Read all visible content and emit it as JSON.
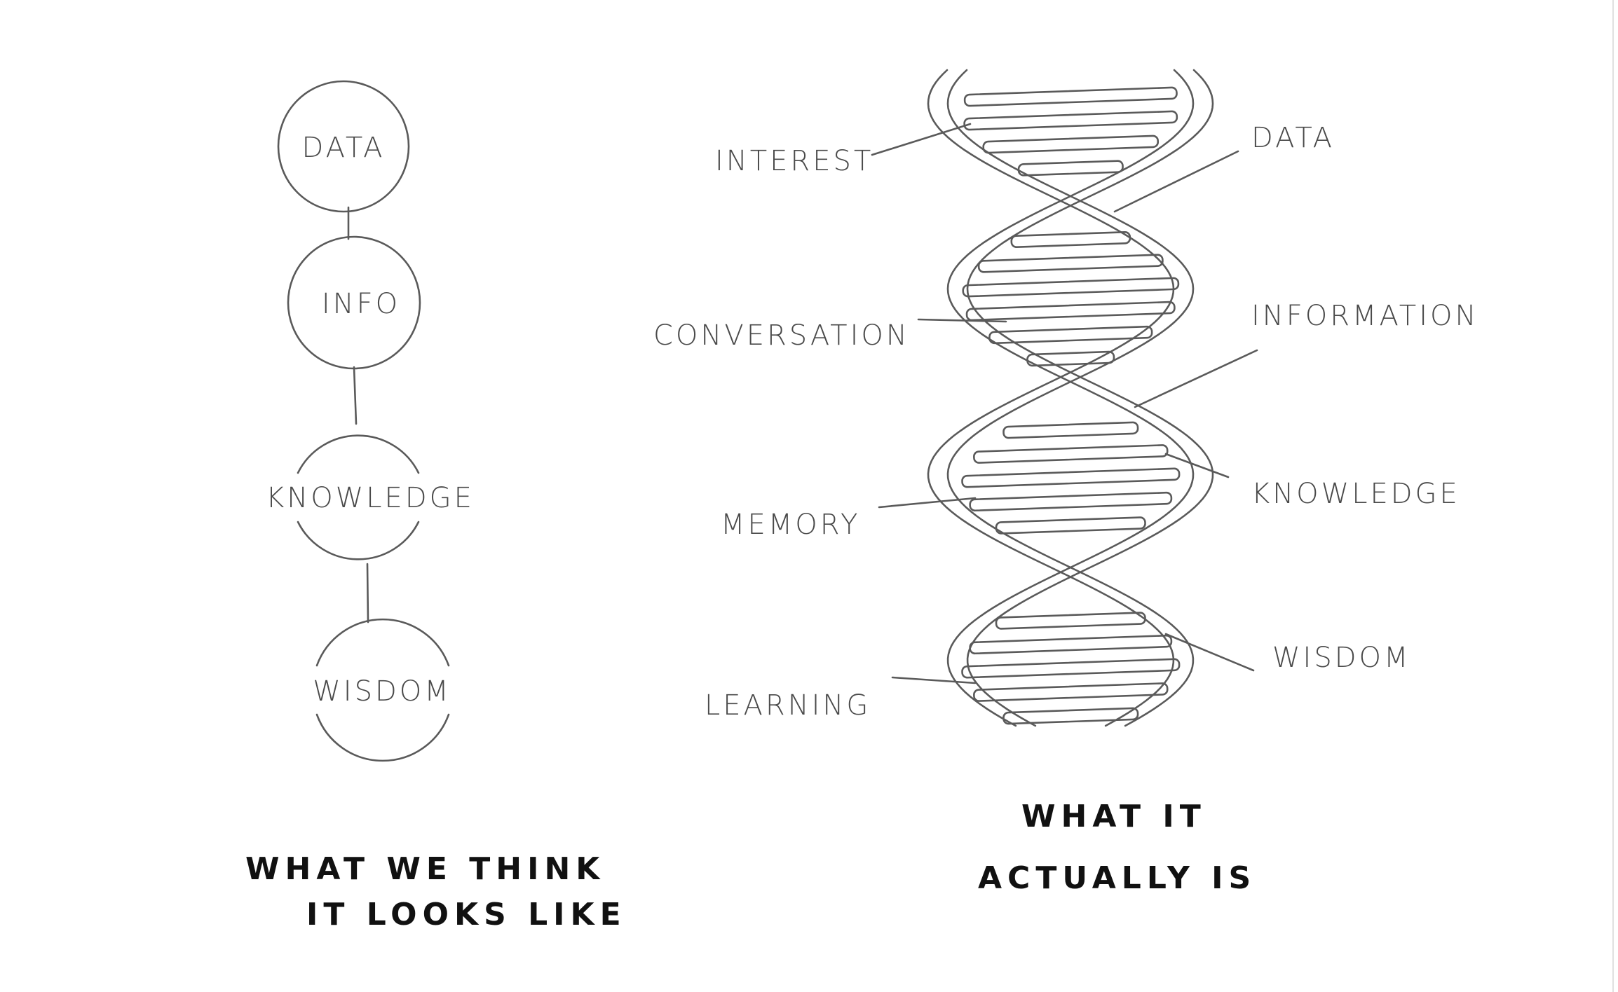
{
  "left": {
    "nodes": [
      {
        "label": "DATA"
      },
      {
        "label": "INFO"
      },
      {
        "label": "KNOWLEDGE"
      },
      {
        "label": "WISDOM"
      }
    ],
    "caption_line1": "WHAT WE THINK",
    "caption_line2": "IT LOOKS LIKE"
  },
  "right": {
    "labels_left": [
      {
        "label": "INTEREST"
      },
      {
        "label": "CONVERSATION"
      },
      {
        "label": "MEMORY"
      },
      {
        "label": "LEARNING"
      }
    ],
    "labels_right": [
      {
        "label": "DATA"
      },
      {
        "label": "INFORMATION"
      },
      {
        "label": "KNOWLEDGE"
      },
      {
        "label": "WISDOM"
      }
    ],
    "caption_line1": "WHAT IT",
    "caption_line2": "ACTUALLY IS"
  },
  "colors": {
    "stroke": "#5a5a5a",
    "caption": "#111111"
  }
}
